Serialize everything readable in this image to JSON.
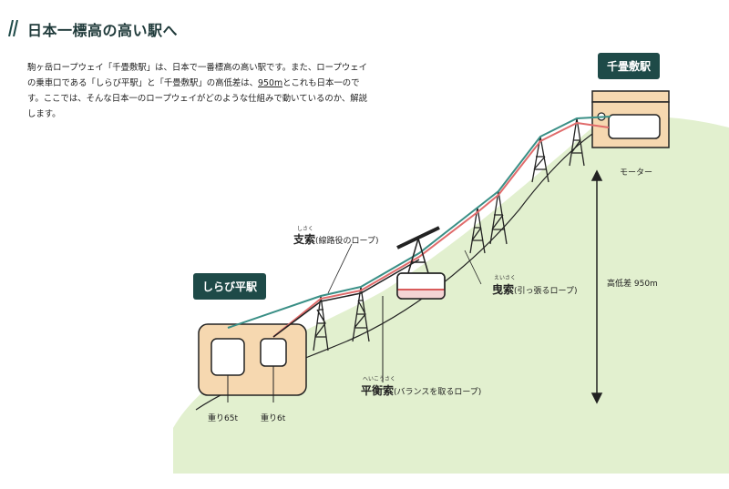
{
  "title": "日本一標高の高い駅へ",
  "intro": {
    "part1": "駒ヶ岳ロープウェイ「千畳敷駅」は、日本で一番標高の高い駅です。また、ロープウェイの乗車口である「しらび平駅」と「千畳敷駅」の高低差は、",
    "height_diff": "950m",
    "part2": "とこれも日本一のです。ここでは、そんな日本一のロープウェイがどのような仕組みで動いているのか、解説します。"
  },
  "stations": {
    "top": "千畳敷駅",
    "bottom": "しらび平駅"
  },
  "labels": {
    "motor": "モーター",
    "height_diff": "高低差 950m",
    "support_rope": "支索",
    "support_rope_desc": "(線路役のロープ)",
    "support_rope_ruby": "しさく",
    "haul_rope": "曳索",
    "haul_rope_desc": "(引っ張るロープ)",
    "haul_rope_ruby": "えいさく",
    "balance_rope": "平衡索",
    "balance_rope_desc": "(バランスを取るロープ)",
    "balance_rope_ruby": "へいこうさく",
    "weight1": "重り65t",
    "weight2": "重り6t"
  },
  "colors": {
    "dark_green": "#1e4a48",
    "hill_green": "#e2f0cf",
    "station_fill": "#f6d8b0",
    "support_line": "#3a8f86",
    "haul_line": "#e06b6b",
    "gondola_red": "#d95b5b"
  }
}
